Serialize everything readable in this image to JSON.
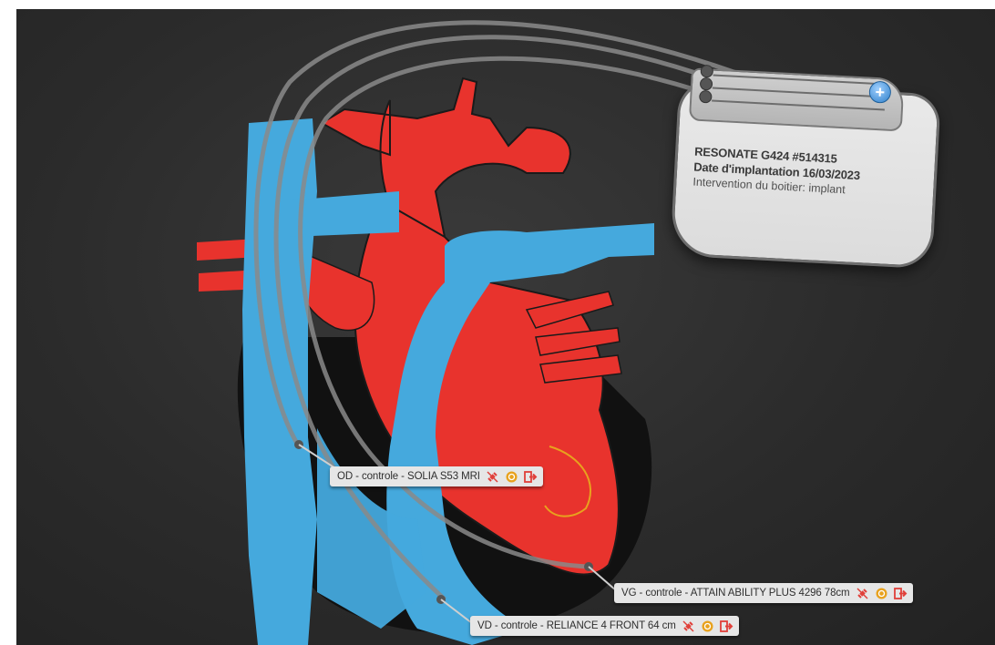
{
  "device": {
    "model": "RESONATE G424 #514315",
    "implant_date": "Date d'implantation 16/03/2023",
    "intervention": "Intervention du boitier: implant",
    "add_icon": "plus-circle-icon"
  },
  "leads": [
    {
      "id": "od",
      "label": "OD - controle - SOLIA S53 MRI",
      "icons": [
        "unlink-icon",
        "target-icon",
        "exit-icon"
      ]
    },
    {
      "id": "vg",
      "label": "VG - controle - ATTAIN ABILITY PLUS 4296 78cm",
      "icons": [
        "unlink-icon",
        "target-icon",
        "exit-icon"
      ]
    },
    {
      "id": "vd",
      "label": "VD - controle - RELIANCE 4 FRONT 64 cm",
      "icons": [
        "unlink-icon",
        "target-icon",
        "exit-icon"
      ]
    }
  ],
  "colors": {
    "vein": "#45a9dd",
    "artery": "#e8332d",
    "background": "#2e2e2e",
    "lead_wire": "#7a7a7a",
    "unlink_icon": "#e0403a",
    "target_icon": "#e8a21e",
    "exit_icon": "#e0403a"
  }
}
